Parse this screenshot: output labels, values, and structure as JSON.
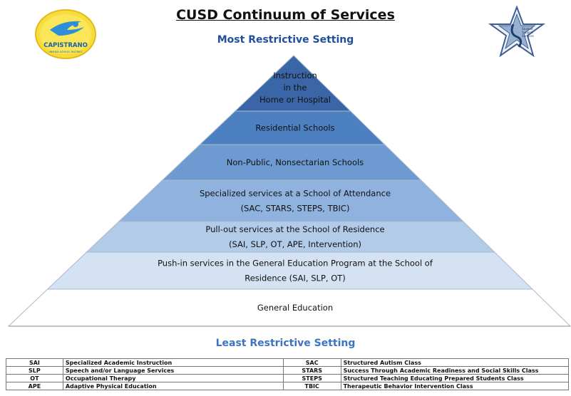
{
  "title": "CUSD Continuum of Services",
  "top_label": "Most Restrictive Setting",
  "bottom_label": "Least Restrictive Setting",
  "logos": {
    "left_text": "CAPISTRANO",
    "left_subtext": "UNIFIED SCHOOL DISTRICT",
    "right_text": "Student Support Services"
  },
  "tiers": [
    {
      "lines": [
        "Instruction",
        "in the",
        "Home or Hospital"
      ],
      "color": "#3a66a8"
    },
    {
      "lines": [
        "Residential Schools"
      ],
      "color": "#4d80c1"
    },
    {
      "lines": [
        "Non-Public, Nonsectarian Schools"
      ],
      "color": "#6d9bd1"
    },
    {
      "lines": [
        "Specialized services at a School of Attendance",
        "(SAC, STARS, STEPS, TBIC)"
      ],
      "color": "#8fb3de"
    },
    {
      "lines": [
        "Pull-out services at the School of Residence",
        "(SAI, SLP, OT, APE, Intervention)"
      ],
      "color": "#b2cbe9"
    },
    {
      "lines": [
        "Push-in services in the General Education Program at the School of",
        "Residence (SAI, SLP, OT)"
      ],
      "color": "#d4e2f3"
    },
    {
      "lines": [
        "General Education"
      ],
      "color": "#ffffff"
    }
  ],
  "legend": [
    {
      "abbr1": "SAI",
      "full1": "Specialized Academic Instruction",
      "abbr2": "SAC",
      "full2": "Structured Autism Class"
    },
    {
      "abbr1": "SLP",
      "full1": "Speech and/or Language Services",
      "abbr2": "STARS",
      "full2": "Success Through Academic Readiness and Social Skills Class"
    },
    {
      "abbr1": "OT",
      "full1": "Occupational Therapy",
      "abbr2": "STEPS",
      "full2": "Structured Teaching Educating Prepared Students Class"
    },
    {
      "abbr1": "APE",
      "full1": "Adaptive Physical Education",
      "abbr2": "TBIC",
      "full2": "Therapeutic Behavior Intervention Class"
    }
  ]
}
